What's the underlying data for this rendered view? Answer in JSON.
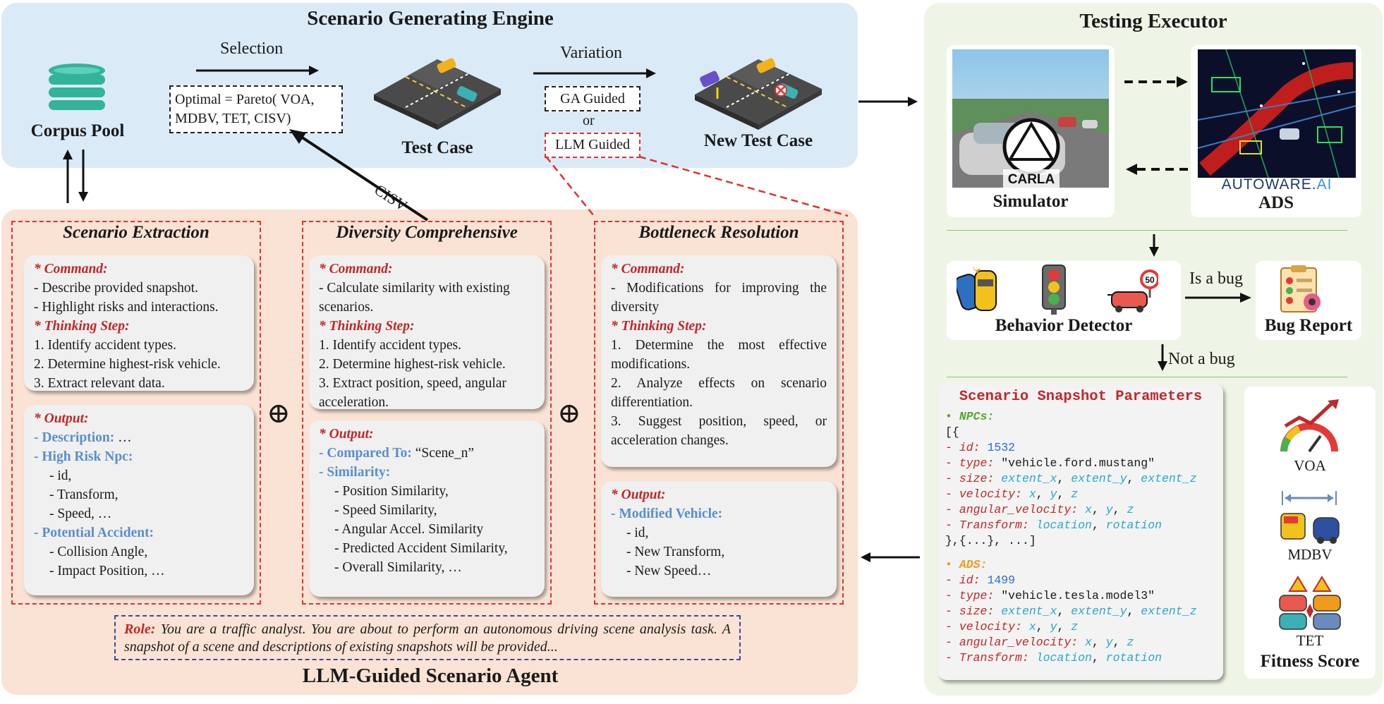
{
  "engine": {
    "title": "Scenario Generating Engine",
    "corpus_pool": "Corpus Pool",
    "selection": "Selection",
    "optimal_line1": "Optimal =  Pareto( VOA,",
    "optimal_line2": "MDBV,  TET,  CISV)",
    "test_case": "Test Case",
    "variation": "Variation",
    "ga_guided": "GA Guided",
    "or": "or",
    "llm_guided": "LLM Guided",
    "new_test_case": "New Test Case",
    "cisv": "CISV"
  },
  "executor": {
    "title": "Testing Executor",
    "carla": "CARLA",
    "simulator": "Simulator",
    "autoware_a": "AUTOWARE.",
    "autoware_b": "AI",
    "ads": "ADS",
    "behavior_detector": "Behavior Detector",
    "speed_sign": "50",
    "is_a_bug": "Is a bug",
    "bug_report": "Bug Report",
    "not_a_bug": "Not a bug",
    "fitness_score": "Fitness Score",
    "voa": "VOA",
    "mdbv": "MDBV",
    "tet": "TET",
    "snapshot_title": "Scenario Snapshot Parameters",
    "npcs_label": "NPCs:",
    "npc_open": "[{",
    "npc_id_key": "id:",
    "npc_id_val": "1532",
    "npc_type_key": "type:",
    "npc_type_val": "\"vehicle.ford.mustang\"",
    "size_key": "size:",
    "size_val1": "extent_x",
    "size_val2": "extent_y",
    "size_val3": "extent_z",
    "velocity_key": "velocity:",
    "xyz1": "x",
    "xyz2": "y",
    "xyz3": "z",
    "ang_key": "angular_velocity:",
    "transform_key": "Transform:",
    "loc": "location",
    "rot": "rotation",
    "npc_close": "},{...}, ...]",
    "ads_label": "ADS:",
    "ads_id_val": "1499",
    "ads_type_val": "\"vehicle.tesla.model3\""
  },
  "agent": {
    "title": "LLM-Guided Scenario Agent",
    "role_label": "Role:",
    "role_text": "You are a traffic analyst. You are about to perform an autonomous driving scene analysis task. A snapshot of a scene and descriptions of existing snapshots will be provided...",
    "oplus": "⊕",
    "dash": "-",
    "command_label": "* Command:",
    "thinking_label": "* Thinking Step:",
    "output_label": "* Output:",
    "col1": {
      "title": "Scenario Extraction",
      "cmd1": "- Describe provided snapshot.",
      "cmd2": "- Highlight risks and interactions.",
      "step1": "1. Identify accident types.",
      "step2": "2. Determine highest-risk vehicle.",
      "step3": "3. Extract relevant data.",
      "desc_label": "Description:",
      "desc_val": " …",
      "npc_label": "High Risk Npc:",
      "npc1": "- id,",
      "npc2": "- Transform,",
      "npc3": "- Speed, …",
      "acc_label": "Potential Accident:",
      "acc1": "- Collision Angle,",
      "acc2": "- Impact Position, …"
    },
    "col2": {
      "title": "Diversity Comprehensive",
      "cmd1": "- Calculate similarity with existing scenarios.",
      "step1": "1. Identify accident types.",
      "step2": "2. Determine highest-risk vehicle.",
      "step3": "3. Extract position, speed, angular acceleration.",
      "cmp_label": "Compared To:",
      "cmp_val": " “Scene_n”",
      "sim_label": "Similarity:",
      "s1": "- Position Similarity,",
      "s2": "- Speed Similarity,",
      "s3": "- Angular Accel. Similarity",
      "s4": "- Predicted Accident Similarity,",
      "s5": "- Overall Similarity, …"
    },
    "col3": {
      "title": "Bottleneck Resolution",
      "cmd1": "- Modifications for improving the diversity",
      "step1": "1. Determine the most effective modifications.",
      "step2": "2. Analyze effects on scenario differentiation.",
      "step3": "3. Suggest position, speed, or acceleration changes.",
      "mod_label": "Modified Vehicle:",
      "m1": "- id,",
      "m2": "- New Transform,",
      "m3": "- New Speed…"
    }
  }
}
